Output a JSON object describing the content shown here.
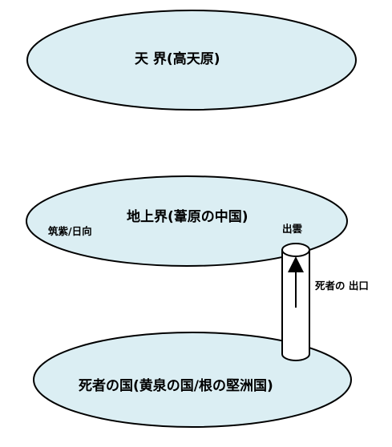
{
  "colors": {
    "realm_fill": "#dbeef3",
    "outline": "#000000",
    "passage_fill": "#ffffff"
  },
  "realms": {
    "heaven": {
      "label": "天 界(高天原)"
    },
    "earth": {
      "label": "地上界(葦原の中国)",
      "place_left": "筑紫/日向",
      "place_right": "出雲"
    },
    "underworld": {
      "label": "死者の国(黄泉の国/根の堅洲国)"
    }
  },
  "passage": {
    "label": "死者の 出口",
    "direction": "up"
  }
}
